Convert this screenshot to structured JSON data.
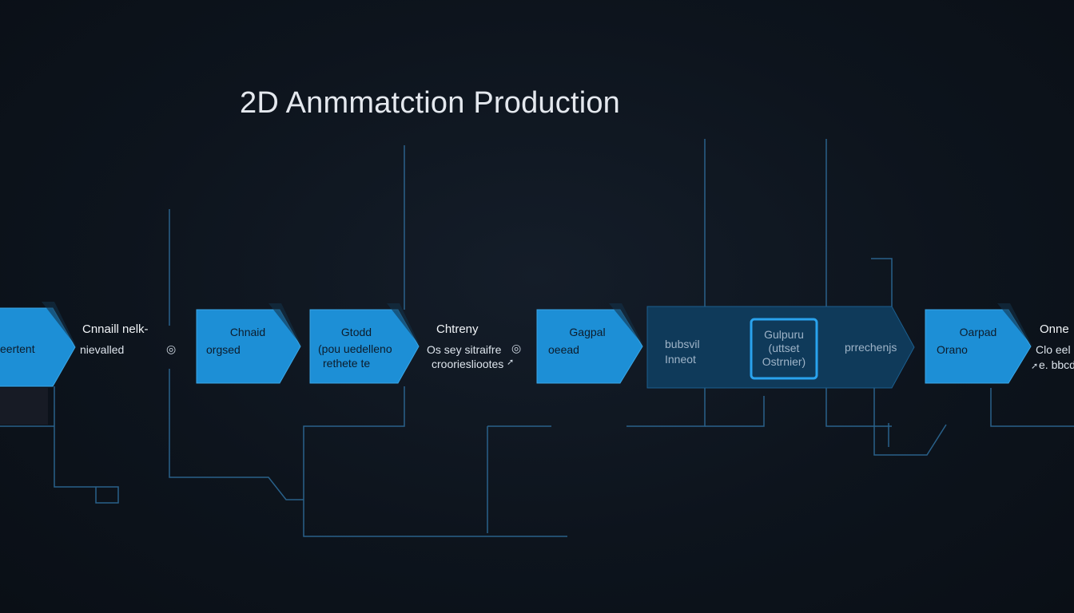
{
  "title": "2D Anmmatction Production",
  "colors": {
    "background": "#0d141d",
    "connector": "#2f6f9e",
    "step_fill": "#1d8fd6",
    "highlight_fill": "#0f3a5a",
    "highlight_border": "#2aa3ee"
  },
  "steps": [
    {
      "line1": "eertent",
      "line2": ""
    },
    {
      "line1": "Chnaid",
      "line2": "orgsed"
    },
    {
      "line1": "Gtodd",
      "line2": "(pou uedelleno",
      "line3": "rethete te"
    },
    {
      "line1": "Gagpal",
      "line2": "oeead"
    },
    {
      "line1": "Oarpad",
      "line2": "Orano"
    }
  ],
  "between_labels": [
    {
      "line1": "Cnnaill nelk-",
      "line2": "nievalled"
    },
    {
      "line1": "Chtreny",
      "line2": "Os sey sitraifre",
      "line3": "crooriesliootes"
    },
    {
      "line1": "Onne",
      "line2": "Clo eel",
      "line3": "e. bbcd"
    }
  ],
  "highlight_block": {
    "left_line1": "bubsvil",
    "left_line2": "Inneot",
    "box_line1": "Gulpuru",
    "box_line2": "(uttset",
    "box_line3": "Ostrnier)",
    "right_line1": "prrechenjs"
  },
  "icons": [
    "eye-icon",
    "eye-icon",
    "eye-icon",
    "cursor-icon",
    "cursor-icon"
  ]
}
